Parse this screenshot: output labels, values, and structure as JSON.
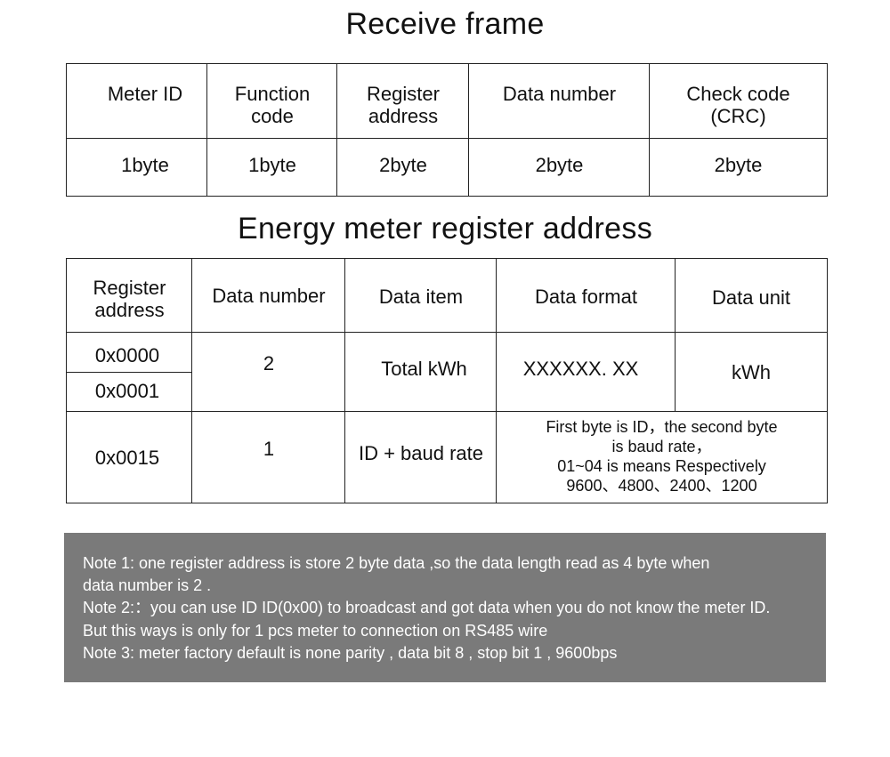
{
  "receive_frame": {
    "title": "Receive frame",
    "headers": [
      "Meter ID",
      "Function code",
      "Register address",
      "Data number",
      "Check code (CRC)"
    ],
    "values": [
      "1byte",
      "1byte",
      "2byte",
      "2byte",
      "2byte"
    ]
  },
  "register_table": {
    "title": "Energy meter register address",
    "headers": [
      "Register address",
      "Data number",
      "Data item",
      "Data format",
      "Data unit"
    ],
    "rows": [
      {
        "addresses": [
          "0x0000",
          "0x0001"
        ],
        "data_number": "2",
        "data_item": "Total kWh",
        "data_format": "XXXXXX. XX",
        "data_unit": "kWh"
      },
      {
        "address": "0x0015",
        "data_number": "1",
        "data_item": "ID + baud rate",
        "data_format_lines": [
          "First byte is ID，the second byte",
          "is baud rate，",
          "01~04 is means Respectively",
          "9600、4800、2400、1200"
        ]
      }
    ]
  },
  "notes": [
    "Note 1:  one register address is store 2 byte data ,so the data length read as 4 byte when",
    "data number is 2 .",
    "Note 2:：you can use ID ID(0x00) to broadcast and got data when you do not know the meter ID.",
    "But this ways is only for 1 pcs meter to connection on RS485 wire",
    "Note 3: meter factory default  is none parity , data bit 8 , stop bit 1 , 9600bps"
  ],
  "colors": {
    "note_background": "#7a7a7a",
    "note_text": "#ffffff",
    "border": "#222222"
  }
}
